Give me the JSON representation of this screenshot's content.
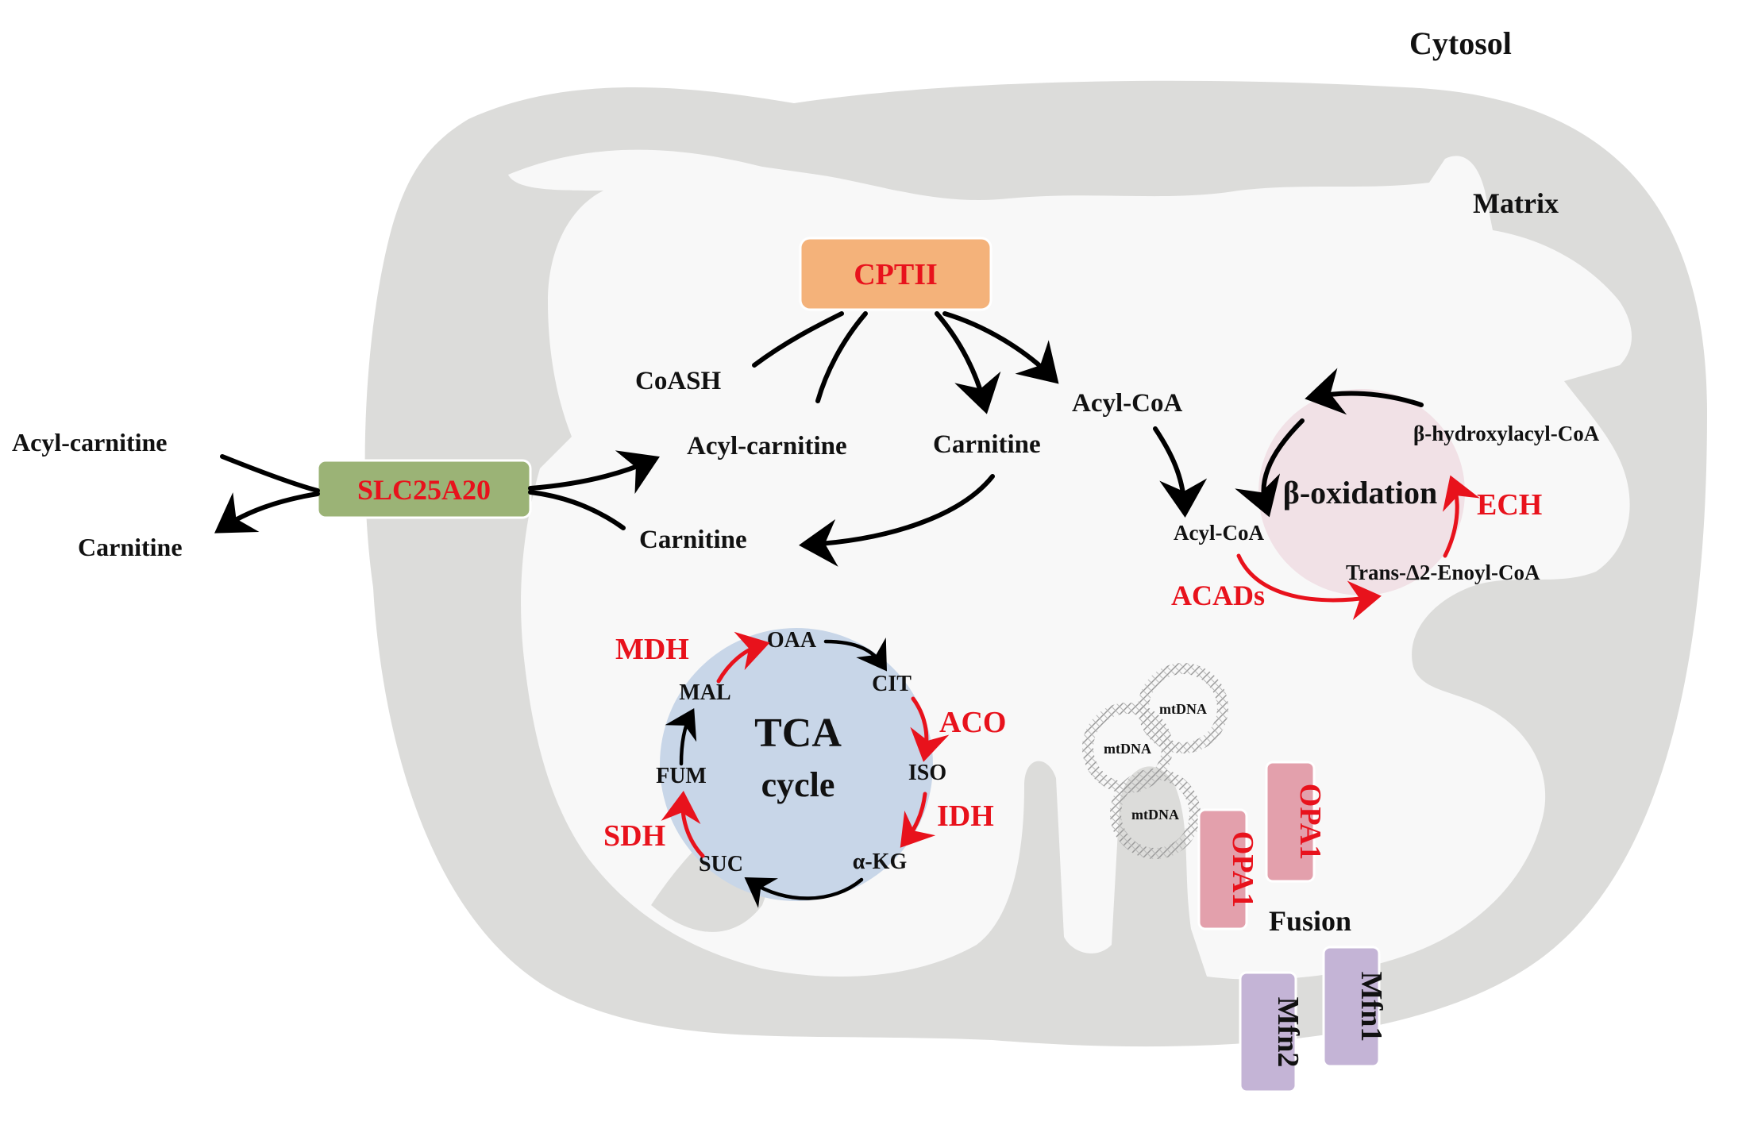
{
  "regions": {
    "cytosol": "Cytosol",
    "matrix": "Matrix"
  },
  "transporters": {
    "slc25a20": "SLC25A20",
    "cptii": "CPTII"
  },
  "outer_metabolites": {
    "acyl_carnitine": "Acyl-carnitine",
    "carnitine": "Carnitine"
  },
  "inner_metabolites": {
    "coash": "CoASH",
    "acyl_carnitine": "Acyl-carnitine",
    "carnitine_right": "Carnitine",
    "carnitine_lower": "Carnitine",
    "acyl_coa_top": "Acyl-CoA"
  },
  "beta_oxidation": {
    "title": "β-oxidation",
    "acyl_coa": "Acyl-CoA",
    "hydroxyacyl": "β-hydroxylacyl-CoA",
    "enoyl": "Trans-Δ2-Enoyl-CoA",
    "enzyme_ech": "ECH",
    "enzyme_acads": "ACADs"
  },
  "tca_cycle": {
    "title_line1": "TCA",
    "title_line2": "cycle",
    "metabolites": {
      "oaa": "OAA",
      "cit": "CIT",
      "iso": "ISO",
      "akg": "α-KG",
      "suc": "SUC",
      "fum": "FUM",
      "mal": "MAL"
    },
    "enzymes": {
      "mdh": "MDH",
      "aco": "ACO",
      "idh": "IDH",
      "sdh": "SDH"
    }
  },
  "mtdna": [
    "mtDNA",
    "mtDNA",
    "mtDNA"
  ],
  "fusion": {
    "label": "Fusion",
    "opa1_a": "OPA1",
    "opa1_b": "OPA1",
    "mfn1": "Mfn1",
    "mfn2": "Mfn2"
  },
  "colors": {
    "membrane": "#dcdcda",
    "matrix_fill": "#f8f8f8",
    "slc_box": "#9bb376",
    "cptii_box": "#f4b27a",
    "beta_circle": "#f1e1e6",
    "tca_circle": "#c8d6e8",
    "opa1_box": "#e3a0ac",
    "mfn_box": "#c4b4d6",
    "enzyme_red": "#e8121c"
  }
}
